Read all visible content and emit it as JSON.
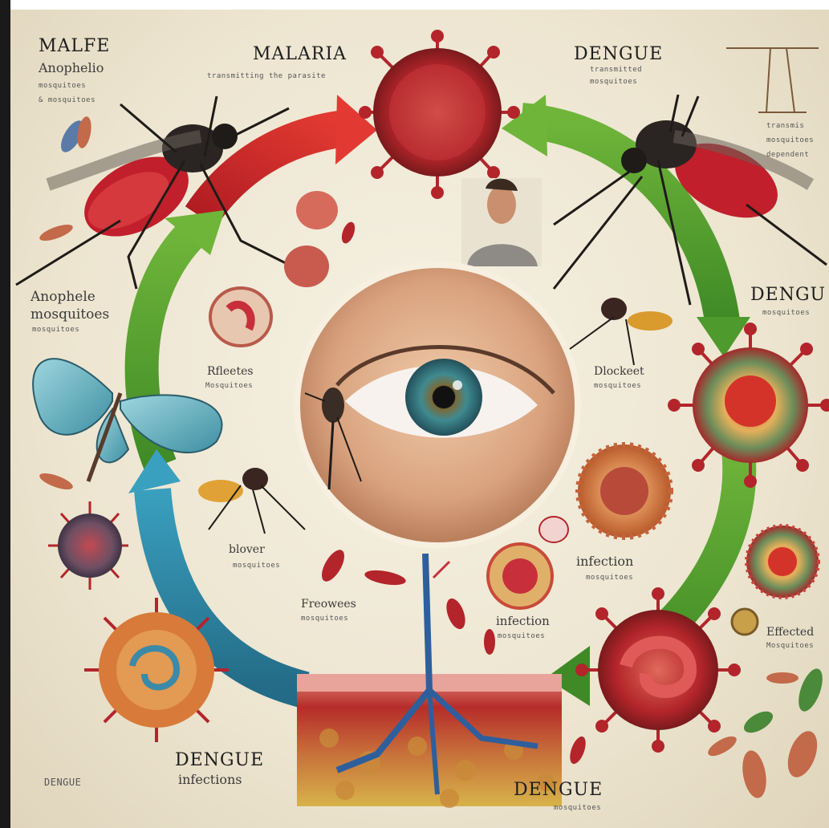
{
  "labels": {
    "top_left_title": "MALFE",
    "top_left_sub1": "Anophelio",
    "top_left_sub2": "mosquitoes",
    "top_left_sub3": "& mosquitoes",
    "malaria_title": "MALARIA",
    "malaria_sub": "transmitting the parasite",
    "dengue_top": "DENGUE",
    "dengue_top_sub1": "transmitted",
    "dengue_top_sub2": "mosquitoes",
    "right_mid_1": "transmis",
    "right_mid_2": "mosquitoes",
    "right_mid_3": "dependent",
    "anophele_title": "Anophele",
    "anophele_sub": "mosquitoes",
    "anophele_tiny": "mosquitoes",
    "dengue_right": "DENGU",
    "dengue_right_sub": "mosquitoes",
    "rfleetes": "Rfleetes",
    "rfleetes_sub": "Mosquitoes",
    "blockeet": "Dlockeet",
    "blockeet_sub": "mosquitoes",
    "blover": "blover",
    "blover_sub": "mosquitoes",
    "infection_1": "infection",
    "infection_1_sub": "mosquitoes",
    "freowees": "Freowees",
    "freowees_sub": "mosquitoes",
    "infection_2": "infection",
    "infection_2_sub": "mosquitoes",
    "effected": "Effected",
    "effected_sub": "Mosquitoes",
    "dengue_infections_title": "DENGUE",
    "dengue_infections_sub": "infections",
    "dengue_bottom_left": "DENGUE",
    "dengue_bottom": "DENGUE",
    "dengue_bottom_sub": "mosquitoes"
  },
  "colors": {
    "arrow_red": "#d42a2a",
    "arrow_green": "#4e9a2c",
    "arrow_teal": "#2d7f9c",
    "virus_red": "#b3252b",
    "mosquito_abdomen": "#c11f2b"
  }
}
